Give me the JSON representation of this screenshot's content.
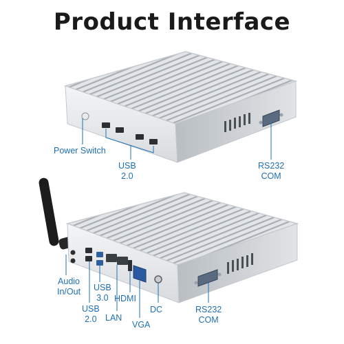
{
  "title": "Product Interface",
  "colors": {
    "label": "#1f6fb5",
    "title": "#1a1a1a",
    "chassis": "#d9dcdf"
  },
  "top_unit": {
    "labels": {
      "power_switch": "Power Switch",
      "usb_line1": "USB",
      "usb_line2": "2.0",
      "rs232_line1": "RS232",
      "rs232_line2": "COM"
    }
  },
  "bottom_unit": {
    "labels": {
      "audio_line1": "Audio",
      "audio_line2": "In/Out",
      "usb2_line1": "USB",
      "usb2_line2": "2.0",
      "usb3_line1": "USB",
      "usb3_line2": "3.0",
      "lan": "LAN",
      "hdmi": "HDMI",
      "vga": "VGA",
      "dc": "DC",
      "rs232_line1": "RS232",
      "rs232_line2": "COM"
    }
  }
}
